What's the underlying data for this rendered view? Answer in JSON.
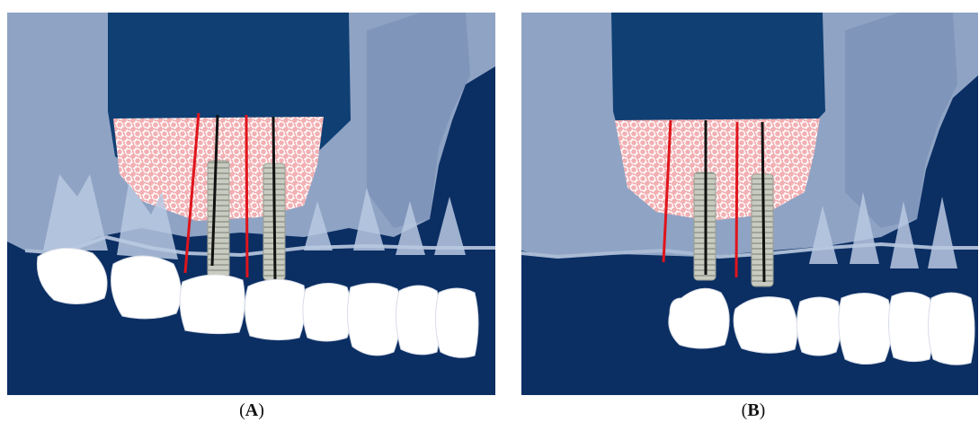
{
  "figure": {
    "panels": [
      {
        "id": "A",
        "caption_open": "(",
        "caption_letter": "A",
        "caption_close": ")"
      },
      {
        "id": "B",
        "caption_open": "(",
        "caption_letter": "B",
        "caption_close": ")"
      }
    ]
  },
  "colors": {
    "background_navy": "#0b2e63",
    "bone_light": "#8da2c3",
    "bone_mid": "#5f7eab",
    "sinus_dark": "#0f3f73",
    "graft_pink": "#f4b6b8",
    "graft_dot": "#ffffff",
    "implant_gray": "#c9ccc0",
    "measure_red": "#e0141c",
    "measure_black": "#111111",
    "tooth_white": "#ffffff"
  }
}
